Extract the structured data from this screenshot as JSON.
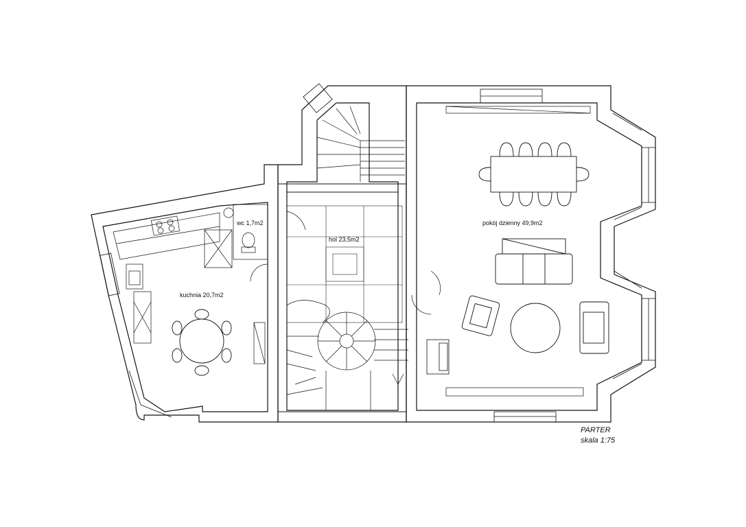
{
  "rooms": {
    "wc": "wc  1,7m2",
    "hol": "hol  23,5m2",
    "kuchnia": "kuchnia  20,7m2",
    "pokoj": "pokój dzienny  49,9m2"
  },
  "legend": {
    "floor": "PARTER",
    "scale": "skala 1:75"
  },
  "colors": {
    "line": "#111111",
    "thin": "#333333",
    "background": "#ffffff"
  }
}
